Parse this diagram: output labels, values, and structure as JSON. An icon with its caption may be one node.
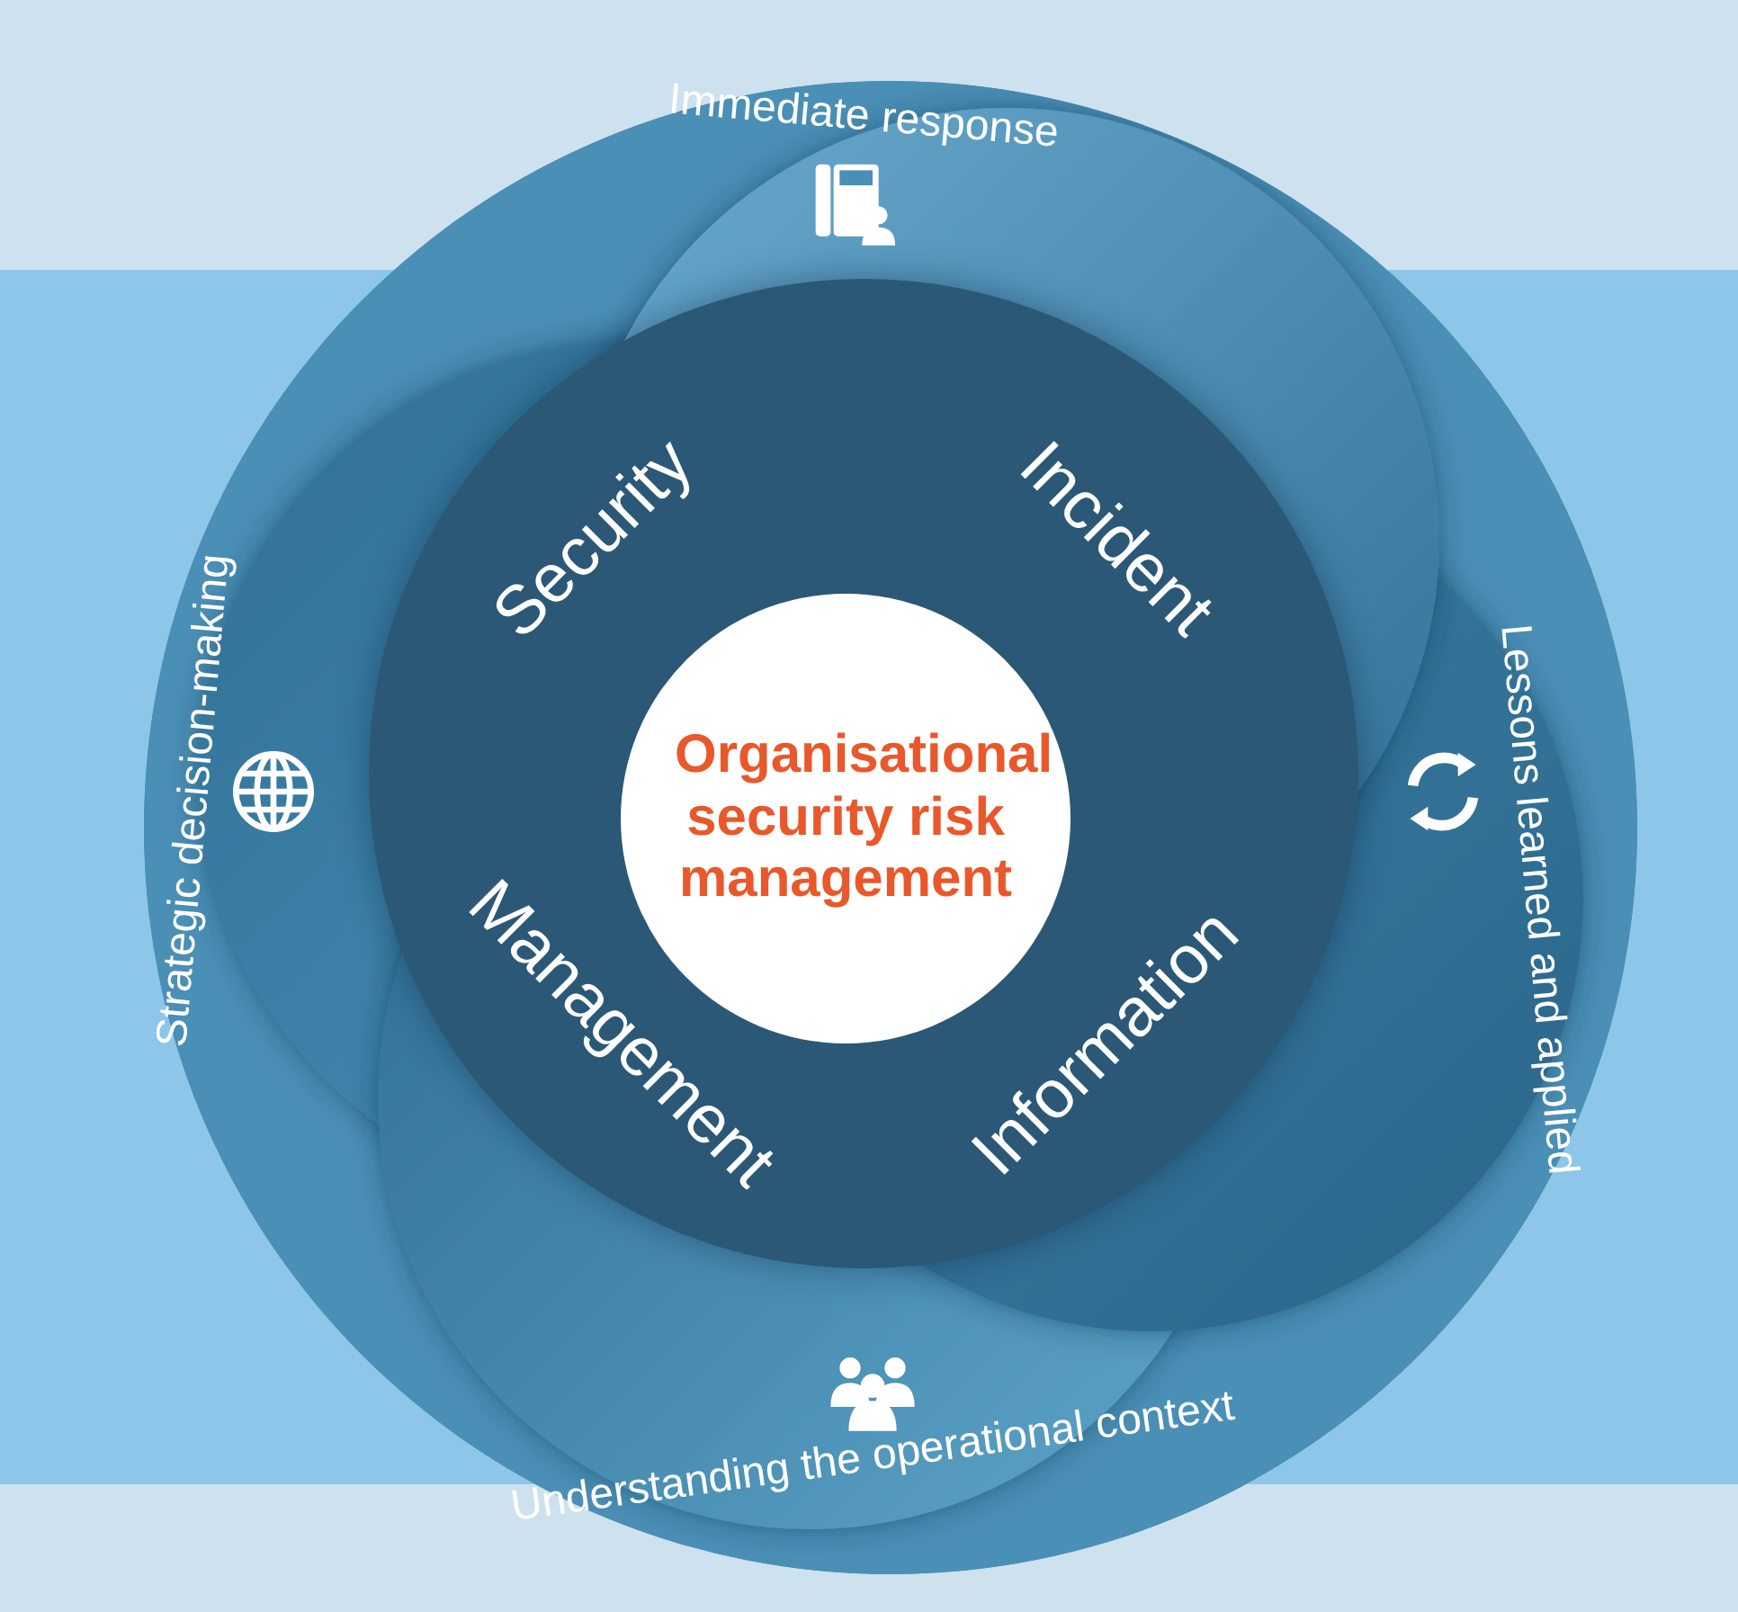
{
  "diagram": {
    "nodes": [
      {
        "text": [
          "Immediate response",
          "Lessons learned and applied",
          "Understanding the operational context",
          "Strategic decision-making"
        ]
      },
      {
        "text": [
          "Security",
          "Incident",
          "Information",
          "Management"
        ],
        "in": 0
      },
      {
        "text": [
          "Organisational security risk management"
        ],
        "in": 1
      }
    ]
  }
}
